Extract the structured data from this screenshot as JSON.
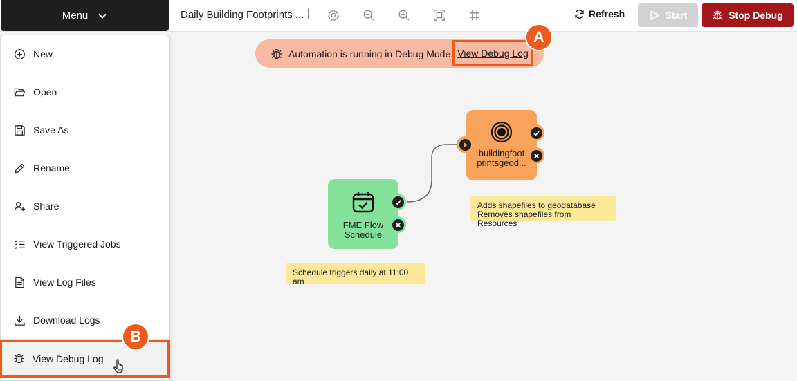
{
  "header": {
    "menu_label": "Menu",
    "workspace_title": "Daily Building Footprints ...",
    "separator": "|",
    "refresh_label": "Refresh",
    "start_label": "Start",
    "stop_debug_label": "Stop Debug"
  },
  "menu": {
    "items": [
      {
        "label": "New",
        "icon": "plus-circle-icon"
      },
      {
        "label": "Open",
        "icon": "folder-open-icon"
      },
      {
        "label": "Save As",
        "icon": "save-icon"
      },
      {
        "label": "Rename",
        "icon": "pencil-icon"
      },
      {
        "label": "Share",
        "icon": "user-plus-icon"
      },
      {
        "label": "View Triggered Jobs",
        "icon": "list-check-icon"
      },
      {
        "label": "View Log Files",
        "icon": "file-text-icon"
      },
      {
        "label": "Download Logs",
        "icon": "download-icon"
      },
      {
        "label": "View Debug Log",
        "icon": "bug-icon"
      }
    ]
  },
  "banner": {
    "message": "Automation is running in Debug Mode.",
    "link_label": "View Debug Log"
  },
  "callouts": {
    "a": "A",
    "b": "B"
  },
  "canvas": {
    "writer_node": {
      "label": "buildingfoot printsgeod..."
    },
    "schedule_node": {
      "label": "FME Flow Schedule"
    },
    "writer_note": {
      "line1": "Adds shapefiles to geodatabase",
      "line2": "Removes shapefiles from Resources"
    },
    "schedule_note": {
      "text": "Schedule triggers daily at 11:00 am"
    }
  },
  "colors": {
    "menu_dark": "#1f1f1f",
    "stop_red": "#a5161b",
    "start_disabled": "#d2d2d2",
    "highlight_orange": "#ec5a1e",
    "banner_bg": "#f8b9a3",
    "writer_node": "#f9a35a",
    "schedule_node": "#84e19a",
    "note_bg": "#fde89a"
  }
}
